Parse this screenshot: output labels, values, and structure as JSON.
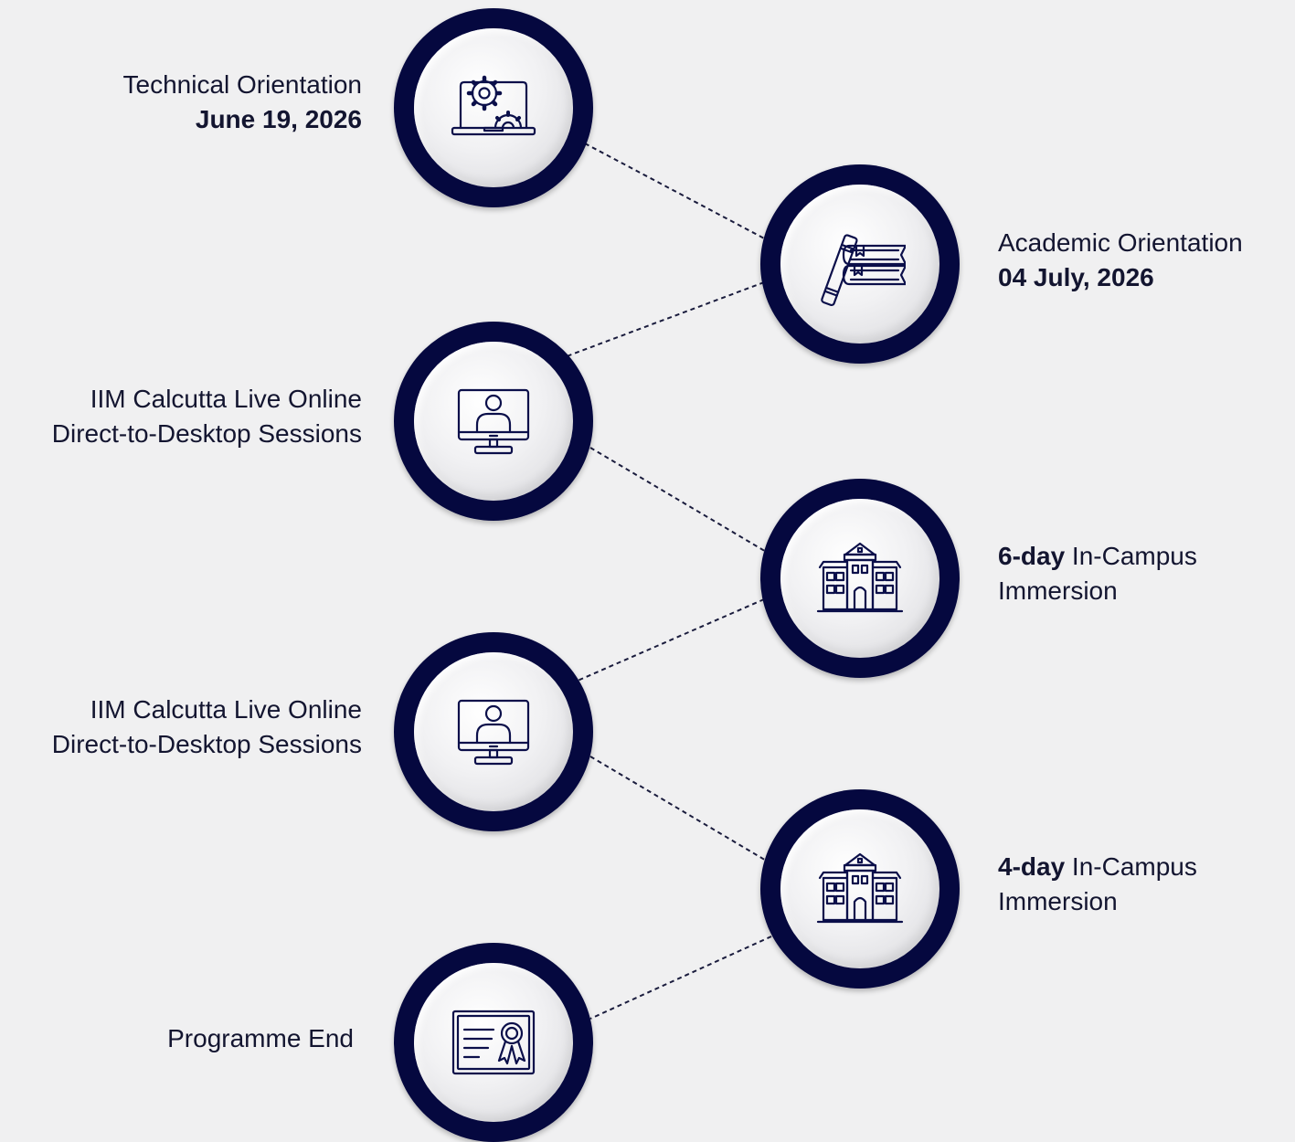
{
  "colors": {
    "background": "#f0f0f1",
    "ring": "#05083f",
    "icon_stroke": "#0b0f4a",
    "text": "#131530",
    "connector": "#1a1c3d"
  },
  "steps": [
    {
      "icon": "laptop-gears-icon",
      "line1": "Technical Orientation",
      "line2": "June 19, 2026"
    },
    {
      "icon": "books-icon",
      "line1": "Academic Orientation",
      "line2": "04 July, 2026"
    },
    {
      "icon": "monitor-user-icon",
      "line1": "IIM Calcutta Live Online",
      "line2": "Direct-to-Desktop Sessions"
    },
    {
      "icon": "campus-building-icon",
      "bold": "6-day",
      "rest": " In-Campus",
      "line2": "Immersion"
    },
    {
      "icon": "monitor-user-icon",
      "line1": "IIM Calcutta Live Online",
      "line2": "Direct-to-Desktop Sessions"
    },
    {
      "icon": "campus-building-icon",
      "bold": "4-day",
      "rest": " In-Campus",
      "line2": "Immersion"
    },
    {
      "icon": "certificate-icon",
      "line1": "Programme End"
    }
  ]
}
